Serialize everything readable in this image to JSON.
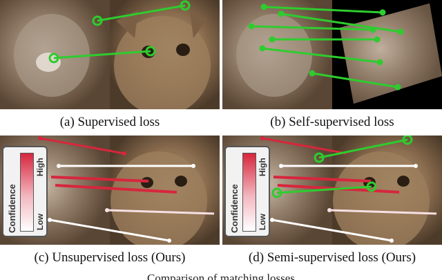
{
  "captions": {
    "a": "(a) Supervised loss",
    "b": "(b) Self-supervised loss",
    "c": "(c) Unsupervised loss (Ours)",
    "d": "(d) Semi-supervised loss (Ours)"
  },
  "legend": {
    "title": "Confidence",
    "high": "High",
    "low": "Low"
  },
  "figure_caption": "Comparison of matching losses",
  "colors": {
    "supervised_match": "#2ecc2e",
    "confidence_high": "#d7263d",
    "confidence_low": "#ffffff"
  }
}
